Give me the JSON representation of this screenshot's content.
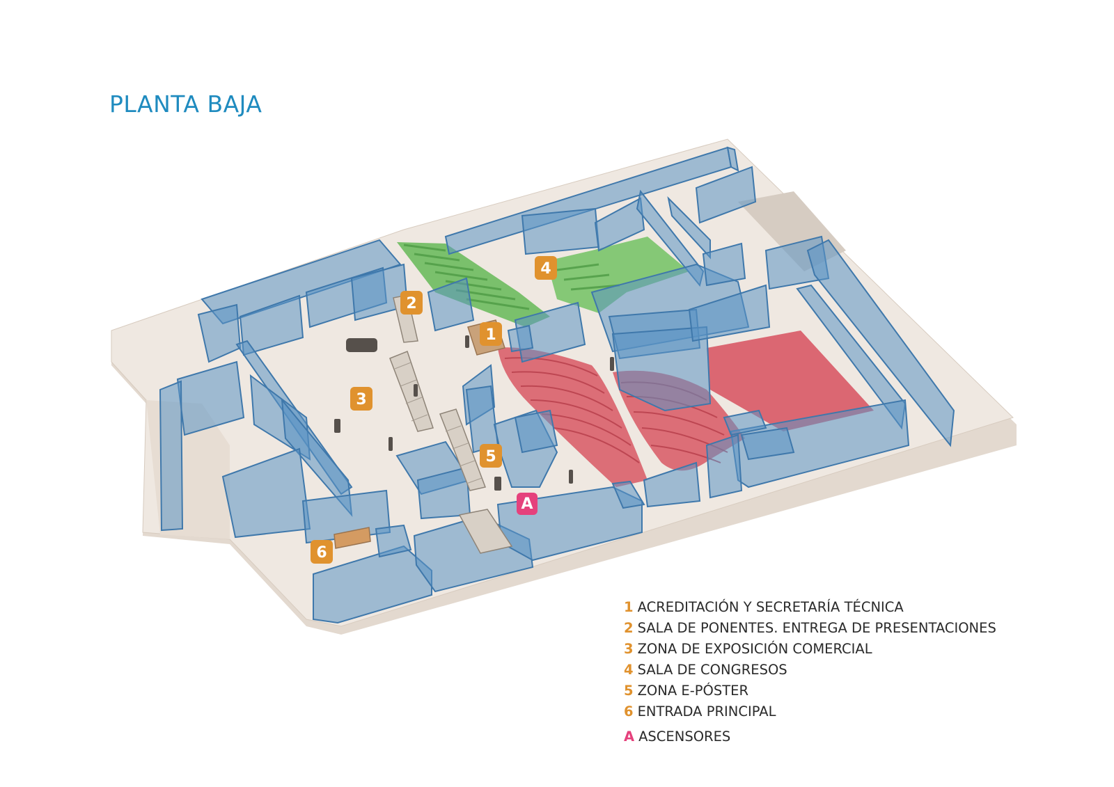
{
  "title": "PLANTA BAJA",
  "colors": {
    "title": "#1f8bbf",
    "marker_orange": "#e0922e",
    "marker_pink": "#e5417c",
    "wall_fill": "#5b93c4",
    "floor": "#efe8e1",
    "auditorium_red": "#d9606b",
    "hall_green": "#66b85a"
  },
  "markers": [
    {
      "id": "1",
      "label": "1",
      "color": "#e0922e"
    },
    {
      "id": "2",
      "label": "2",
      "color": "#e0922e"
    },
    {
      "id": "3",
      "label": "3",
      "color": "#e0922e"
    },
    {
      "id": "4",
      "label": "4",
      "color": "#e0922e"
    },
    {
      "id": "5",
      "label": "5",
      "color": "#e0922e"
    },
    {
      "id": "6",
      "label": "6",
      "color": "#e0922e"
    },
    {
      "id": "A",
      "label": "A",
      "color": "#e5417c"
    }
  ],
  "legend": [
    {
      "num": "1",
      "text": "ACREDITACIÓN Y SECRETARÍA TÉCNICA",
      "color": "#e0922e"
    },
    {
      "num": "2",
      "text": "SALA DE PONENTES. ENTREGA DE PRESENTACIONES",
      "color": "#e0922e"
    },
    {
      "num": "3",
      "text": "ZONA DE EXPOSICIÓN COMERCIAL",
      "color": "#e0922e"
    },
    {
      "num": "4",
      "text": "SALA DE CONGRESOS",
      "color": "#e0922e"
    },
    {
      "num": "5",
      "text": "ZONA E-PÓSTER",
      "color": "#e0922e"
    },
    {
      "num": "6",
      "text": "ENTRADA PRINCIPAL",
      "color": "#e0922e"
    },
    {
      "num": "A",
      "text": "ASCENSORES",
      "color": "#e5417c"
    }
  ]
}
